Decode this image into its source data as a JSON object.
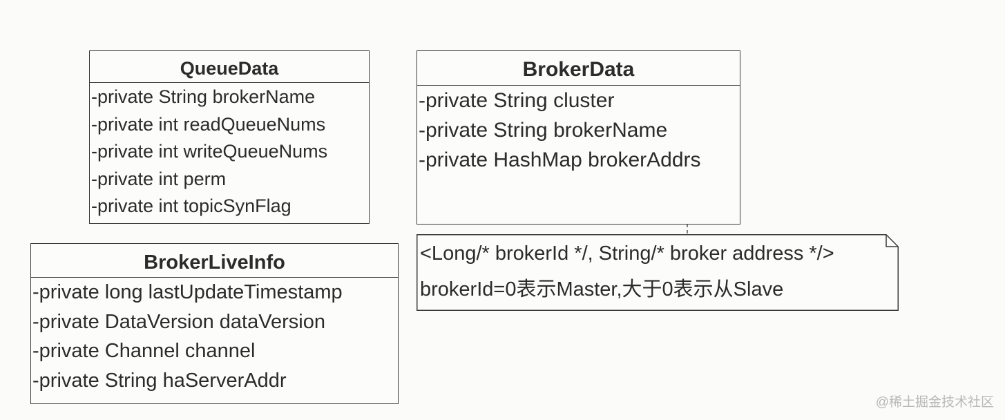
{
  "classes": {
    "queue_data": {
      "name": "QueueData",
      "attributes": [
        "-private String brokerName",
        "-private int readQueueNums",
        "-private int writeQueueNums",
        "-private int perm",
        "-private int topicSynFlag"
      ]
    },
    "broker_data": {
      "name": "BrokerData",
      "attributes": [
        "-private String cluster",
        "-private String brokerName",
        "-private HashMap brokerAddrs"
      ]
    },
    "broker_live_info": {
      "name": "BrokerLiveInfo",
      "attributes": [
        "-private long lastUpdateTimestamp",
        "-private DataVersion dataVersion",
        "-private Channel channel",
        "-private String haServerAddr"
      ]
    }
  },
  "note": {
    "lines": [
      "<Long/* brokerId */, String/* broker address */>",
      "brokerId=0表示Master,大于0表示从Slave"
    ]
  },
  "watermark": "@稀土掘金技术社区"
}
